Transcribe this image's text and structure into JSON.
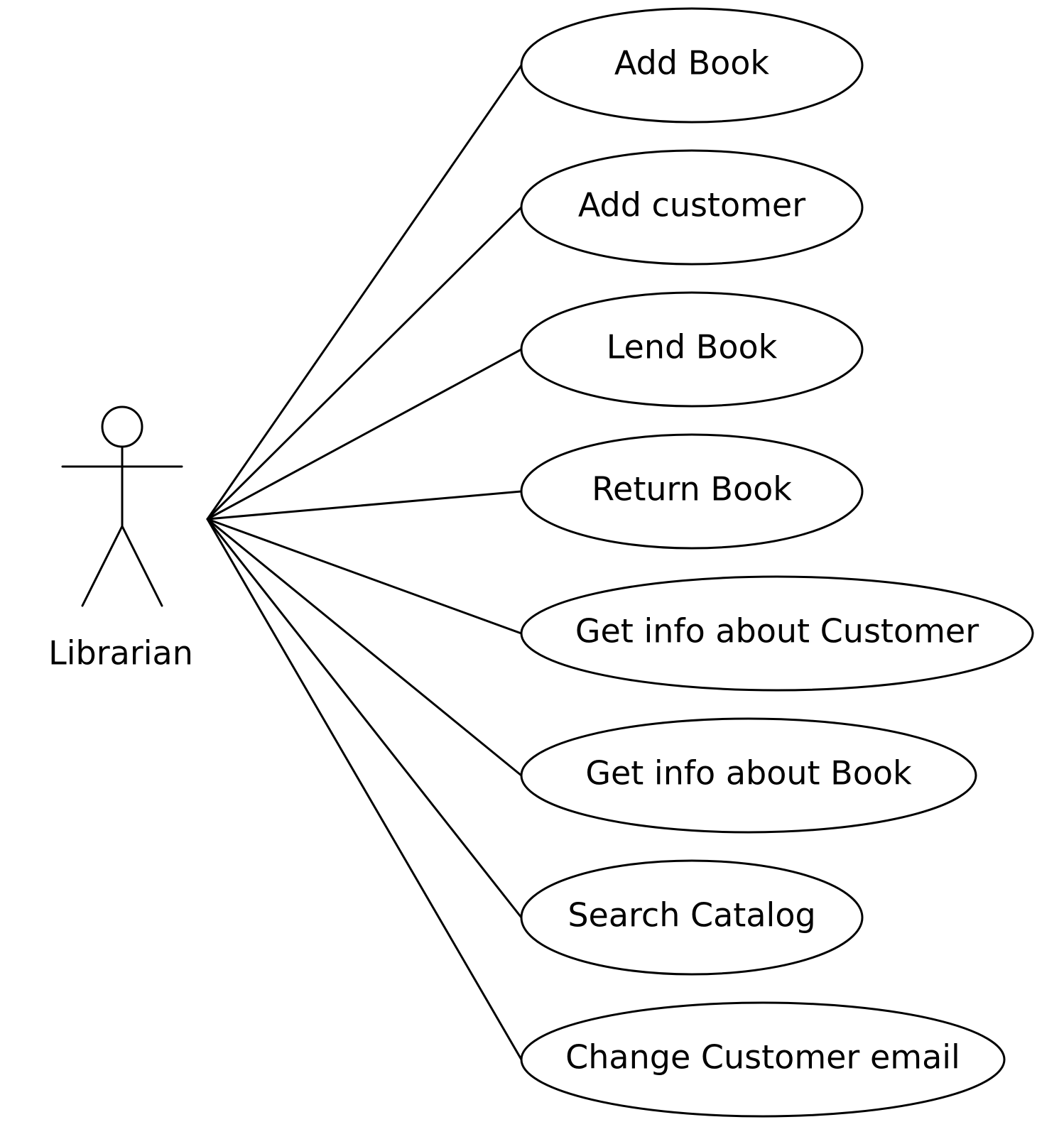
{
  "actor": {
    "name": "Librarian"
  },
  "use_cases": [
    {
      "label": "Add Book"
    },
    {
      "label": "Add customer"
    },
    {
      "label": "Lend Book"
    },
    {
      "label": "Return Book"
    },
    {
      "label": "Get info about Customer"
    },
    {
      "label": "Get info about Book"
    },
    {
      "label": "Search Catalog"
    },
    {
      "label": "Change Customer email"
    }
  ],
  "colors": {
    "stroke": "#000000",
    "background": "#ffffff"
  }
}
